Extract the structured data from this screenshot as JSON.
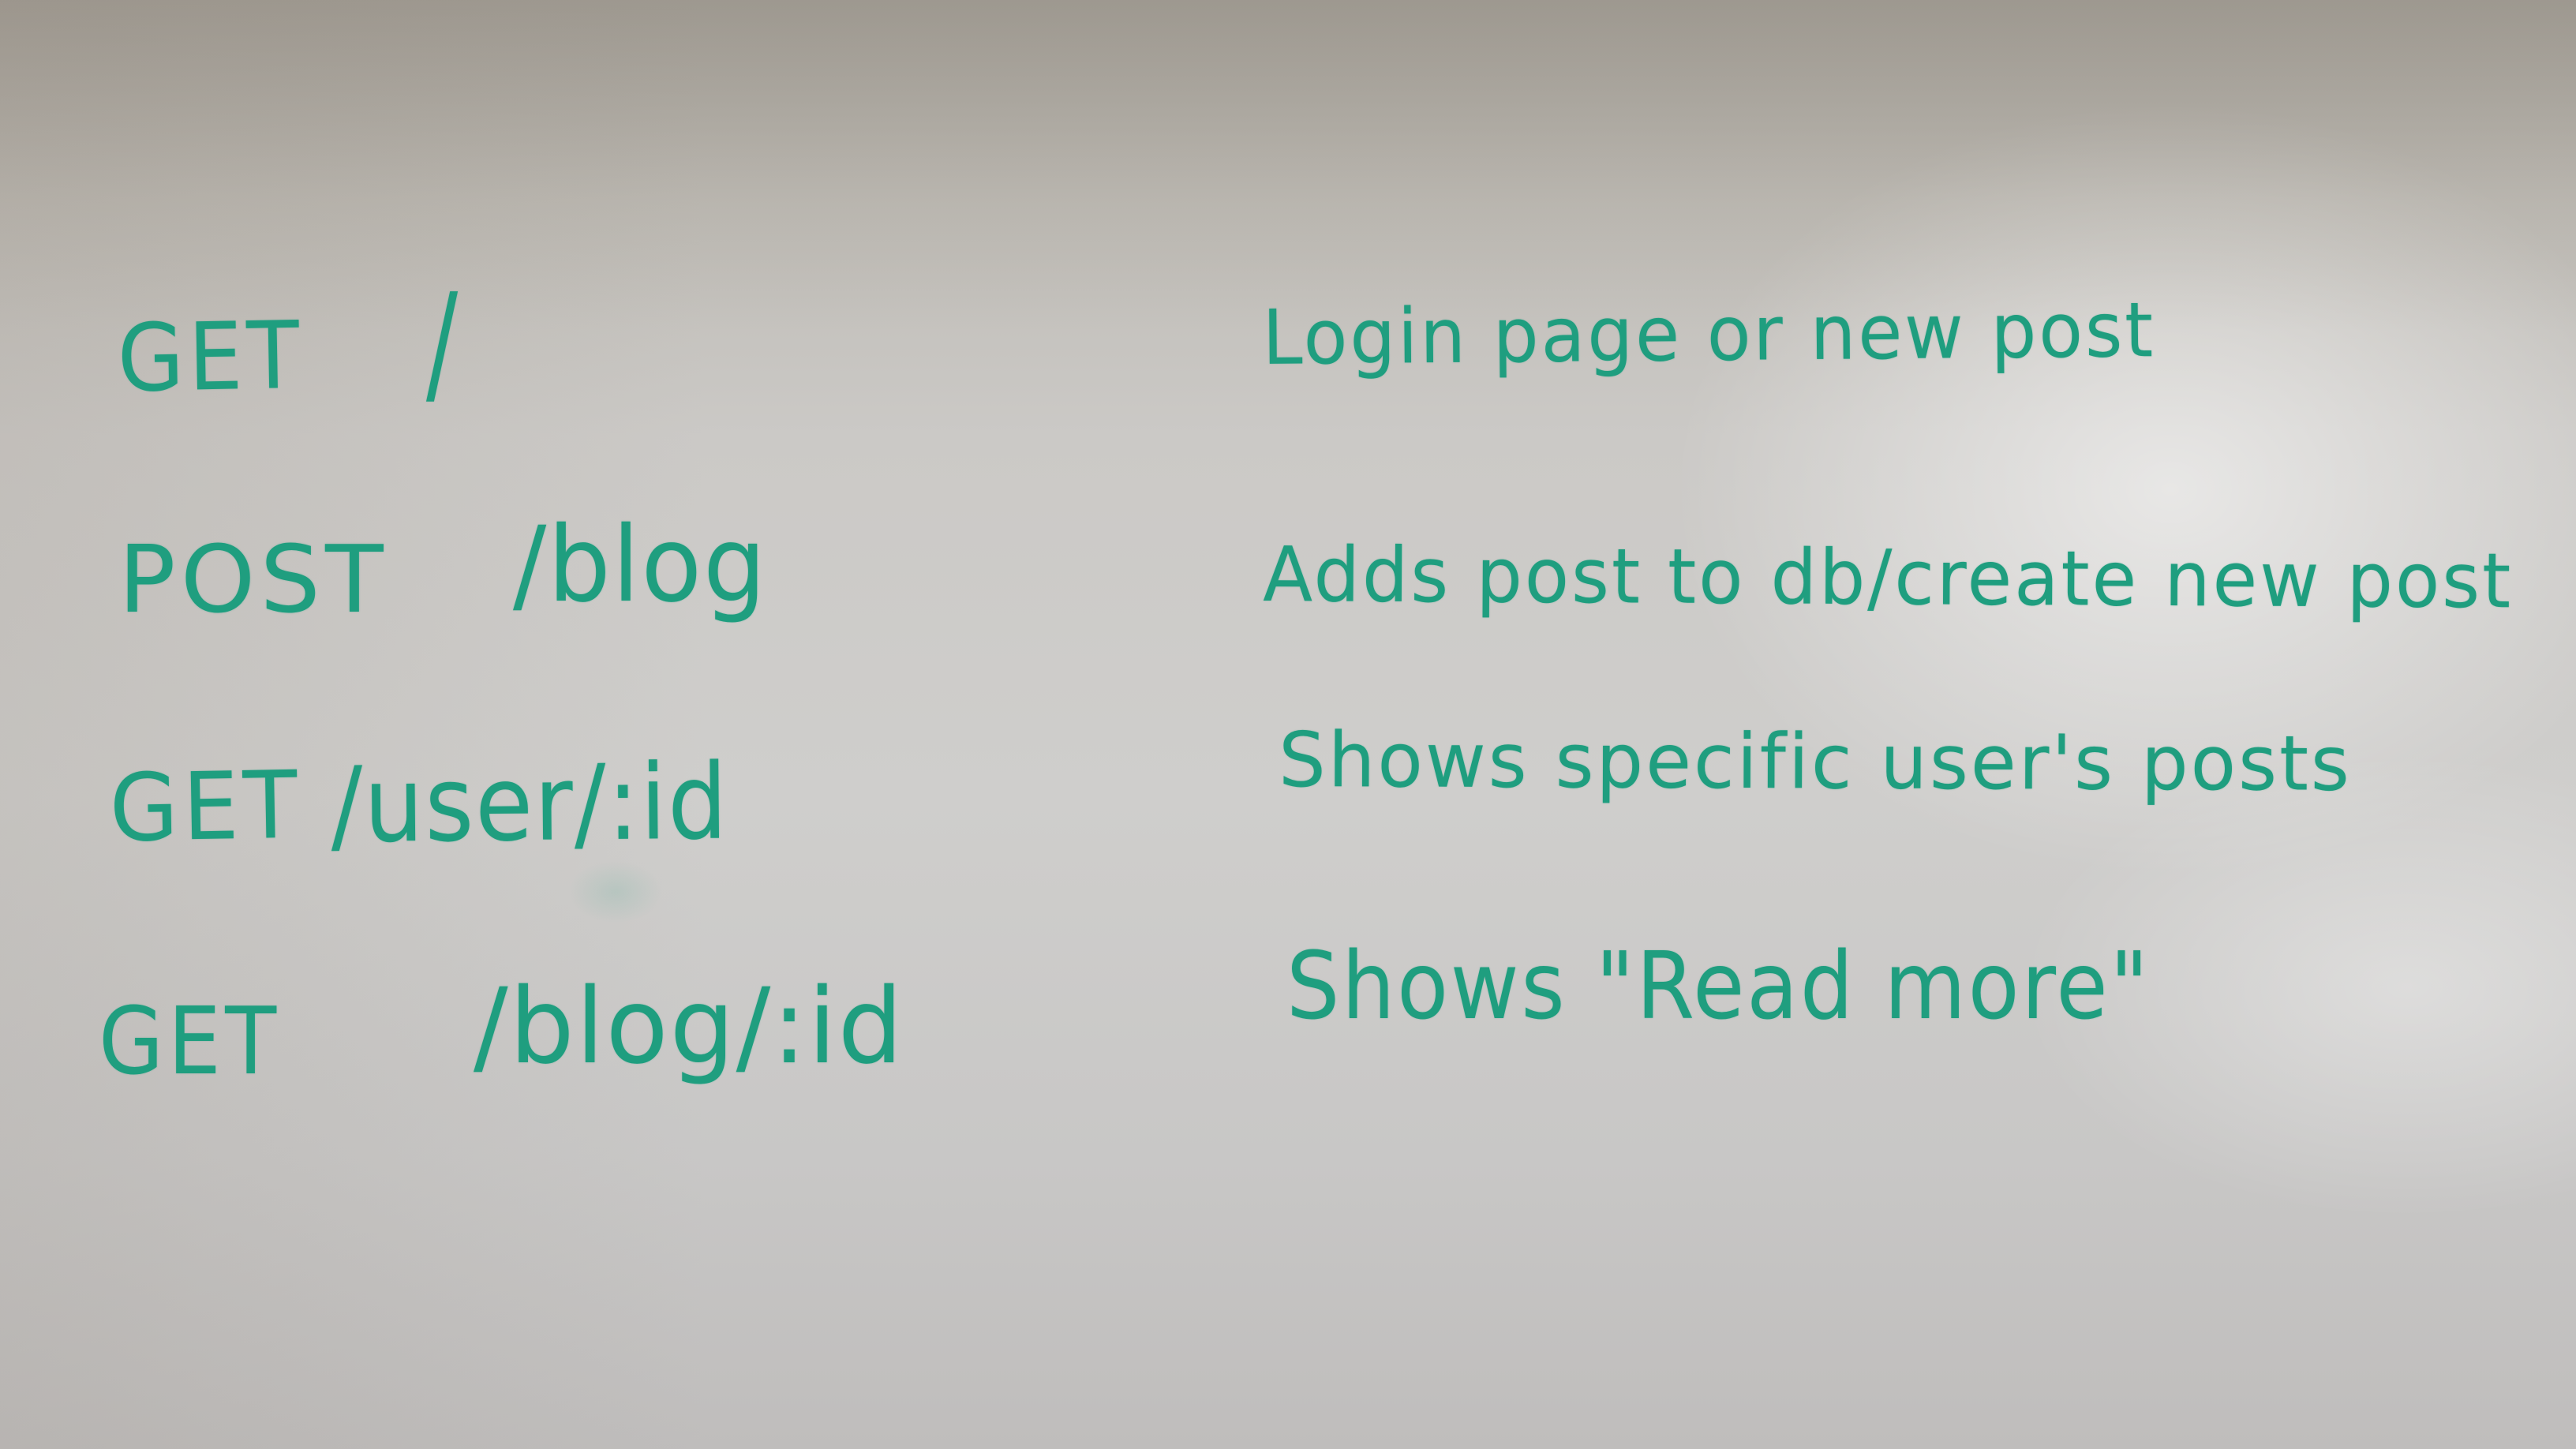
{
  "whiteboard": {
    "ink_color": "#1f9e7f",
    "background_color": "#cbc9c6",
    "rows": [
      {
        "method": "GET",
        "path": "/",
        "description": "Login page or new post"
      },
      {
        "method": "POST",
        "path": "/blog",
        "description": "Adds post to db/create new post"
      },
      {
        "method": "GET",
        "path": "/user/:id",
        "description": "Shows specific user's posts"
      },
      {
        "method": "GET",
        "path": "/blog/:id",
        "description": "Shows \"Read more\""
      }
    ]
  }
}
